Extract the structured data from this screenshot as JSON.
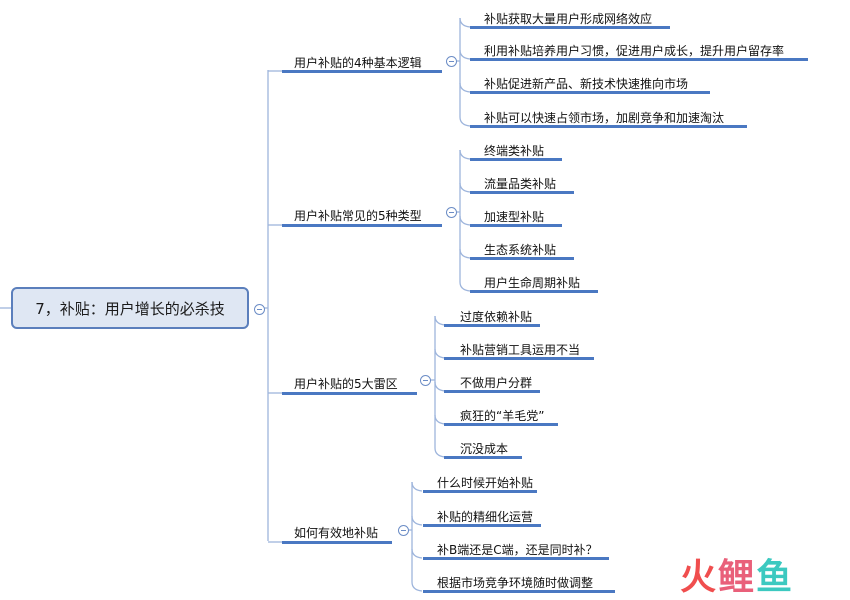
{
  "root": {
    "label": "7，补贴：用户增长的必杀技"
  },
  "branches": [
    {
      "label": "用户补贴的4种基本逻辑",
      "children": [
        "补贴获取大量用户形成网络效应",
        "利用补贴培养用户习惯，促进用户成长，提升用户留存率",
        "补贴促进新产品、新技术快速推向市场",
        "补贴可以快速占领市场，加剧竞争和加速淘汰"
      ]
    },
    {
      "label": "用户补贴常见的5种类型",
      "children": [
        "终端类补贴",
        "流量品类补贴",
        "加速型补贴",
        "生态系统补贴",
        "用户生命周期补贴"
      ]
    },
    {
      "label": "用户补贴的5大雷区",
      "children": [
        "过度依赖补贴",
        "补贴营销工具运用不当",
        "不做用户分群",
        "疯狂的“羊毛党”",
        "沉没成本"
      ]
    },
    {
      "label": "如何有效地补贴",
      "children": [
        "什么时候开始补贴",
        "补贴的精细化运营",
        "补B端还是C端，还是同时补？",
        "根据市场竞争环境随时做调整"
      ]
    }
  ],
  "logo": {
    "fire": "火",
    "li": "鲤",
    "yu": "鱼"
  },
  "colors": {
    "line": "#4a78c2",
    "connector": "#9eb5dc",
    "root_bg": "#dfe7f3",
    "root_border": "#5b7fbc"
  }
}
